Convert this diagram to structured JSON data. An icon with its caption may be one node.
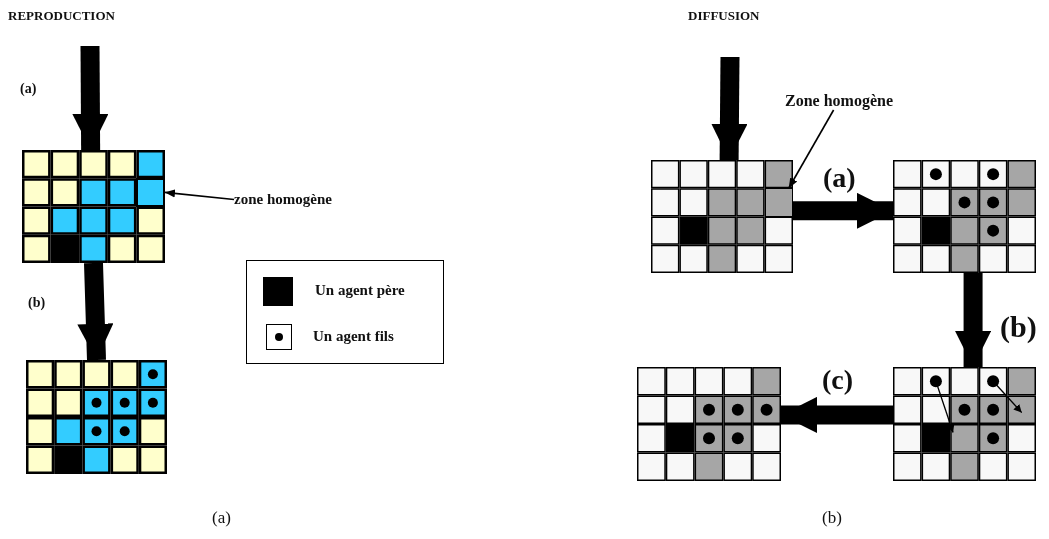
{
  "diagram": {
    "nodes": [
      {
        "text": [],
        "shape": "grid"
      },
      {
        "text": [],
        "shape": "box",
        "in": 0
      },
      {
        "text": [
          "zone homogène"
        ]
      },
      {
        "text": [],
        "shape": "grid"
      },
      {
        "text": [],
        "shape": "grid"
      },
      {
        "text": [],
        "shape": "box",
        "in": 4
      },
      {
        "text": [
          "Zone homogène"
        ]
      },
      {
        "text": [],
        "shape": "grid"
      },
      {
        "text": [],
        "shape": "grid"
      },
      {
        "text": [],
        "shape": "grid"
      }
    ],
    "edges": [
      {
        "from": null,
        "to": 0,
        "arrow": "to",
        "label": "(a)"
      },
      {
        "from": 0,
        "to": 3,
        "arrow": "to",
        "label": "(b)"
      },
      {
        "from": 2,
        "to": 1,
        "arrow": "to"
      },
      {
        "from": null,
        "to": 4,
        "arrow": "to"
      },
      {
        "from": 6,
        "to": 5,
        "arrow": "to"
      },
      {
        "from": 4,
        "to": 7,
        "arrow": "to",
        "label": "(a)"
      },
      {
        "from": 7,
        "to": 8,
        "arrow": "to",
        "label": "(b)"
      },
      {
        "from": 8,
        "to": 9,
        "arrow": "to",
        "label": "(c)"
      }
    ],
    "labels": [
      "REPRODUCTION",
      "DIFFUSION",
      "(a)",
      "(b)"
    ],
    "legend": [
      {
        "text": "Un agent père",
        "color": "#000000"
      },
      {
        "text": "Un agent fils"
      }
    ]
  }
}
